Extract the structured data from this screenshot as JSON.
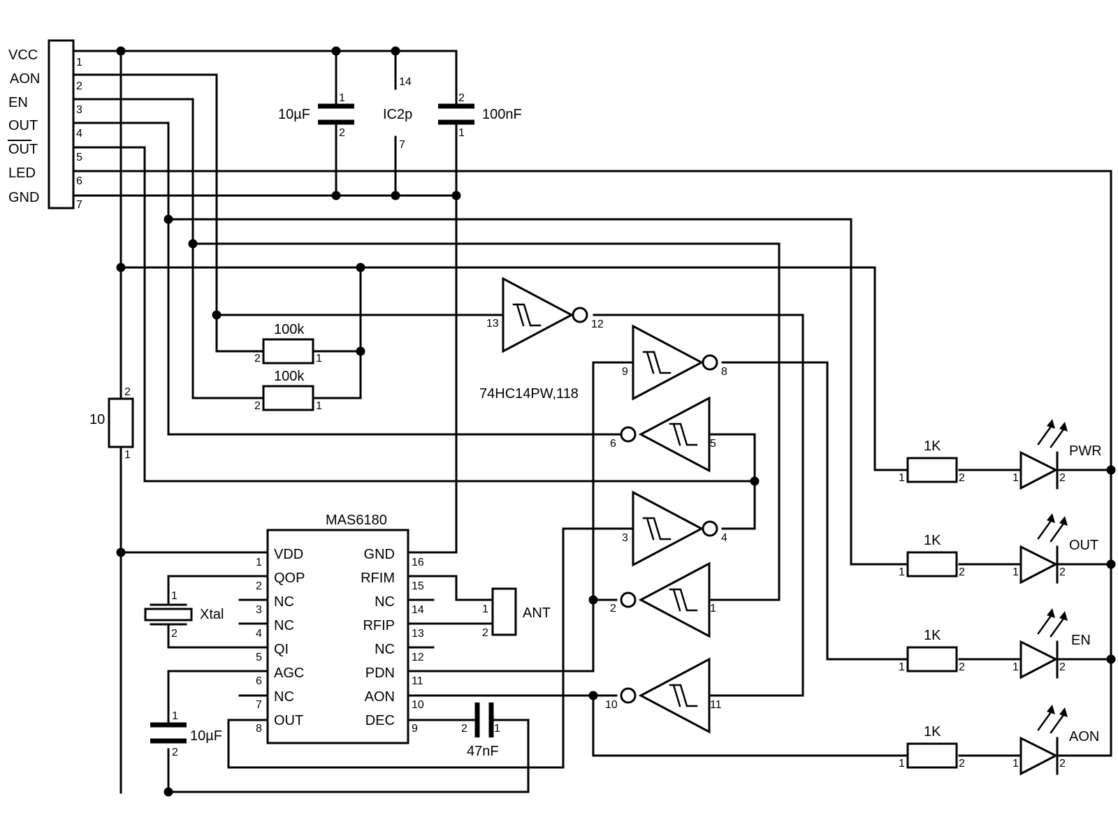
{
  "connector": {
    "signals": [
      "VCC",
      "AON",
      "EN",
      "OUT",
      "OUT",
      "LED",
      "GND"
    ],
    "pins": [
      "1",
      "2",
      "3",
      "4",
      "5",
      "6",
      "7"
    ]
  },
  "caps": {
    "c1": {
      "value": "10µF",
      "pin_a": "1",
      "pin_b": "2"
    },
    "c2": {
      "value": "100nF",
      "pin_a": "2",
      "pin_b": "1"
    },
    "c3": {
      "value": "10µF",
      "pin_a": "1",
      "pin_b": "2"
    },
    "c4": {
      "value": "47nF",
      "pin_a": "2",
      "pin_b": "1"
    }
  },
  "ic2p": {
    "name": "IC2p",
    "pin_top": "14",
    "pin_bottom": "7"
  },
  "resistors": {
    "r1": {
      "value": "100k",
      "pin_a": "2",
      "pin_b": "1"
    },
    "r2": {
      "value": "100k",
      "pin_a": "2",
      "pin_b": "1"
    },
    "r3": {
      "value": "10",
      "pin_a": "2",
      "pin_b": "1"
    }
  },
  "inverter_part": "74HC14PW,118",
  "inverters": {
    "i1": {
      "in": "13",
      "out": "12"
    },
    "i2": {
      "in": "9",
      "out": "8"
    },
    "i3": {
      "in": "5",
      "out": "6"
    },
    "i4": {
      "in": "3",
      "out": "4"
    },
    "i5": {
      "in": "1",
      "out": "2"
    },
    "i6": {
      "in": "11",
      "out": "10"
    }
  },
  "mas": {
    "name": "MAS6180",
    "left": [
      {
        "num": "1",
        "name": "VDD"
      },
      {
        "num": "2",
        "name": "QOP"
      },
      {
        "num": "3",
        "name": "NC"
      },
      {
        "num": "4",
        "name": "NC"
      },
      {
        "num": "5",
        "name": "QI"
      },
      {
        "num": "6",
        "name": "AGC"
      },
      {
        "num": "7",
        "name": "NC"
      },
      {
        "num": "8",
        "name": "OUT"
      }
    ],
    "right": [
      {
        "num": "16",
        "name": "GND"
      },
      {
        "num": "15",
        "name": "RFIM"
      },
      {
        "num": "14",
        "name": "NC"
      },
      {
        "num": "13",
        "name": "RFIP"
      },
      {
        "num": "12",
        "name": "NC"
      },
      {
        "num": "11",
        "name": "PDN"
      },
      {
        "num": "10",
        "name": "AON"
      },
      {
        "num": "9",
        "name": "DEC"
      }
    ]
  },
  "xtal": {
    "name": "Xtal",
    "pin_a": "1",
    "pin_b": "2"
  },
  "ant": {
    "name": "ANT",
    "pin_a": "1",
    "pin_b": "2"
  },
  "leds": [
    {
      "res": "1K",
      "label": "PWR",
      "pins": [
        "1",
        "2",
        "1",
        "2"
      ]
    },
    {
      "res": "1K",
      "label": "OUT",
      "pins": [
        "1",
        "2",
        "1",
        "2"
      ]
    },
    {
      "res": "1K",
      "label": "EN",
      "pins": [
        "1",
        "2",
        "1",
        "2"
      ]
    },
    {
      "res": "1K",
      "label": "AON",
      "pins": [
        "1",
        "2",
        "1",
        "2"
      ]
    }
  ]
}
